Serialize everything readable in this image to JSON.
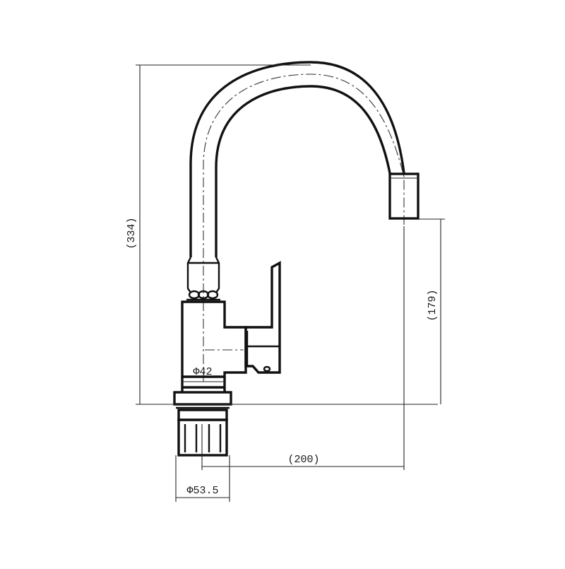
{
  "dimensions": {
    "height_total": "(334)",
    "spout_height": "(179)",
    "spout_reach": "(200)",
    "body_diameter": "Φ42",
    "base_diameter": "Φ53.5"
  }
}
